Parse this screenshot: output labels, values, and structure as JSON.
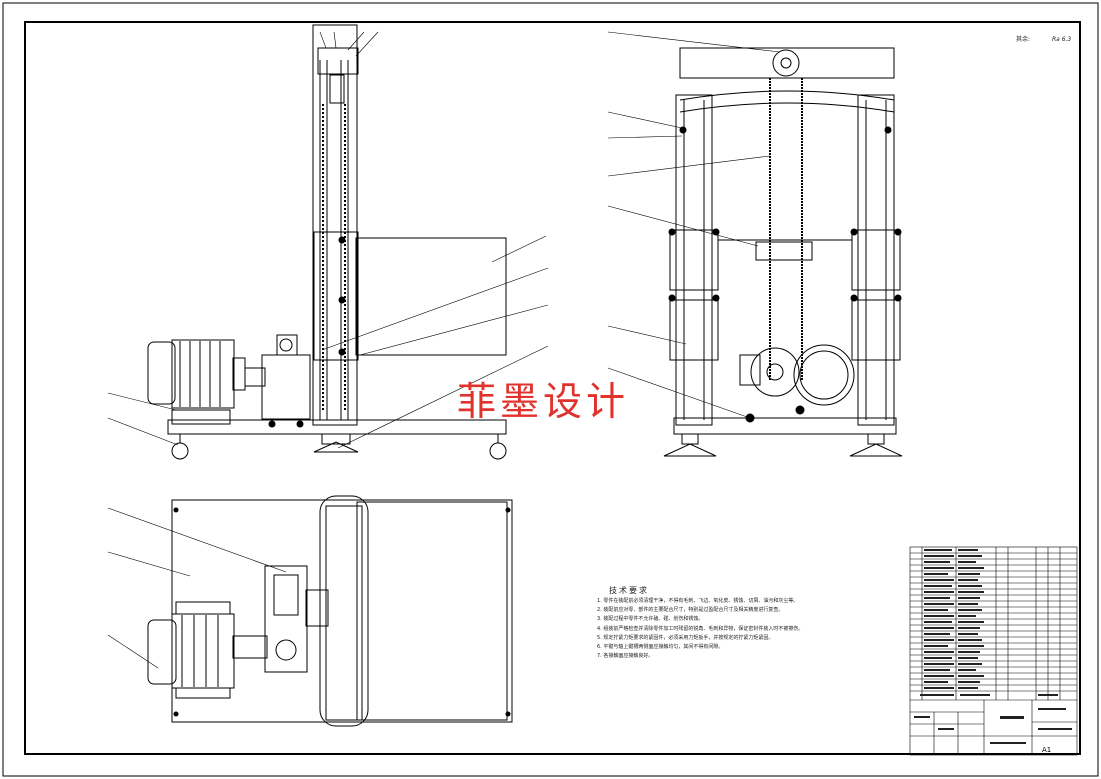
{
  "drawing": {
    "roughness": {
      "label": "其余:",
      "value": "Ra 6.3"
    },
    "watermark": "菲墨设计",
    "technical_requirements": {
      "title": "技术要求",
      "items": [
        "1. 零件在装配前必须清理干净，不得有毛刺、飞边、氧化皮、锈蚀、切屑、油污和灰尘等。",
        "2. 装配前应对零、部件的主要配合尺寸，特别是过盈配合尺寸及相关精度进行复查。",
        "3. 装配过程中零件不允许磕、碰、划伤和锈蚀。",
        "4. 组装前严格检查并清除零件加工时残留的锐角、毛刺和异物，保证密封件装入时不被擦伤。",
        "5. 规定拧紧力矩要求的紧固件，必须采用力矩扳手，并按规定的拧紧力矩紧固。",
        "6. 平键与轴上键槽两侧面应接触均匀，其间不得有间隙。",
        "7. 各接触面应接触良好。"
      ]
    },
    "drawing_number": "A1"
  }
}
